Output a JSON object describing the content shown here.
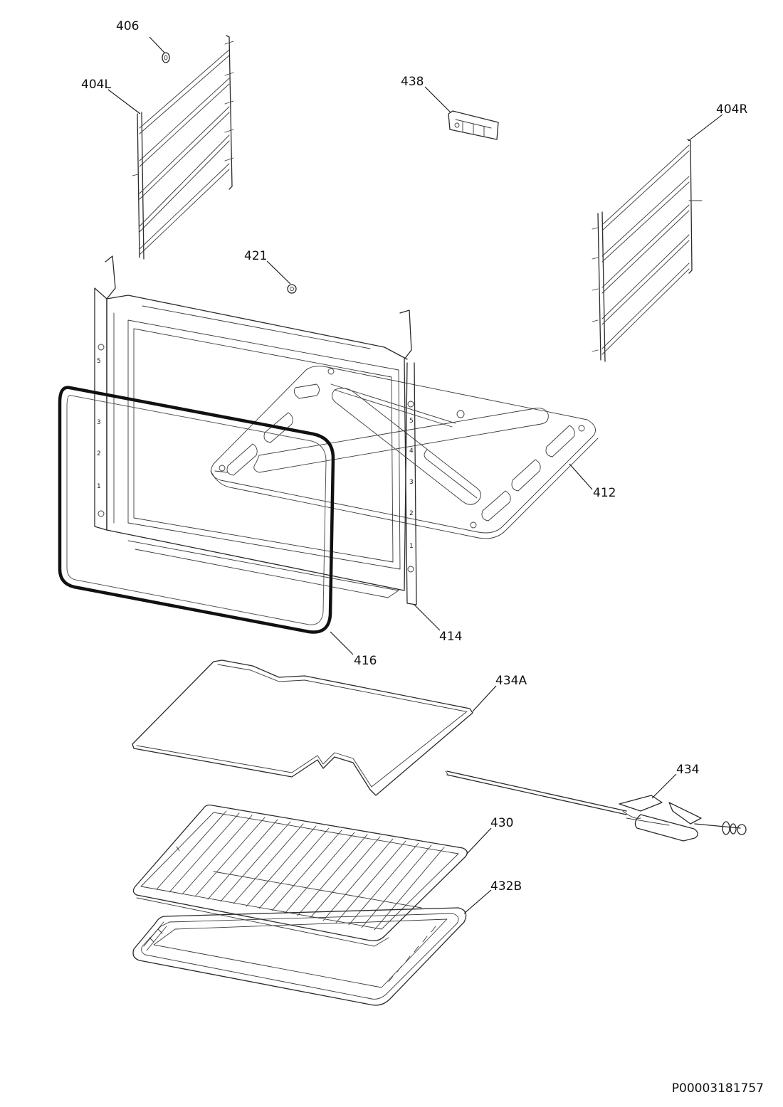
{
  "labels": {
    "l406": "406",
    "l404L": "404L",
    "l438": "438",
    "l404R": "404R",
    "l421": "421",
    "l412": "412",
    "l414": "414",
    "l416": "416",
    "l434A": "434A",
    "l434": "434",
    "l430": "430",
    "l432B": "432B"
  },
  "shelf_marks_left": [
    "5",
    "3",
    "2",
    "1"
  ],
  "shelf_marks_right": [
    "5",
    "4",
    "3",
    "2",
    "1"
  ],
  "document_code": "P00003181757"
}
